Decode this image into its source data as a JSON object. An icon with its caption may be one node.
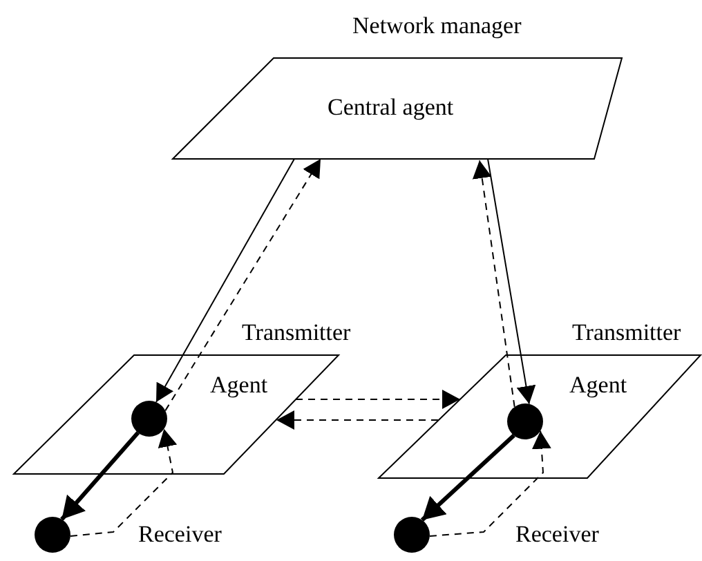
{
  "diagram": {
    "nodes": [
      {
        "text": [
          "Network manager",
          "Central agent"
        ]
      },
      {
        "text": [
          "Transmitter",
          "Agent"
        ]
      },
      {
        "text": [],
        "shape": "circle",
        "in": 1
      },
      {
        "text": [],
        "shape": "circle",
        "beside": [
          "Receiver"
        ]
      },
      {
        "text": [
          "Transmitter",
          "Agent"
        ]
      },
      {
        "text": [],
        "shape": "circle",
        "in": 4
      },
      {
        "text": [],
        "shape": "circle",
        "beside": [
          "Receiver"
        ]
      }
    ],
    "edges": [
      {
        "from": 0,
        "to": 2,
        "arrow": "to"
      },
      {
        "from": 2,
        "to": 0,
        "arrow": "to",
        "style": "dashed"
      },
      {
        "from": 5,
        "to": 0,
        "arrow": "to",
        "style": "dashed"
      },
      {
        "from": 0,
        "to": 5,
        "arrow": "to"
      },
      {
        "from": 1,
        "to": 4,
        "arrow": "to",
        "style": "dashed"
      },
      {
        "from": 4,
        "to": 1,
        "arrow": "to",
        "style": "dashed"
      },
      {
        "from": 2,
        "to": 3,
        "arrow": "to",
        "style": "thick"
      },
      {
        "from": 3,
        "to": 2,
        "arrow": "to",
        "style": "dashed"
      },
      {
        "from": 5,
        "to": 6,
        "arrow": "to",
        "style": "thick"
      },
      {
        "from": 6,
        "to": 5,
        "arrow": "to",
        "style": "dashed"
      }
    ]
  }
}
